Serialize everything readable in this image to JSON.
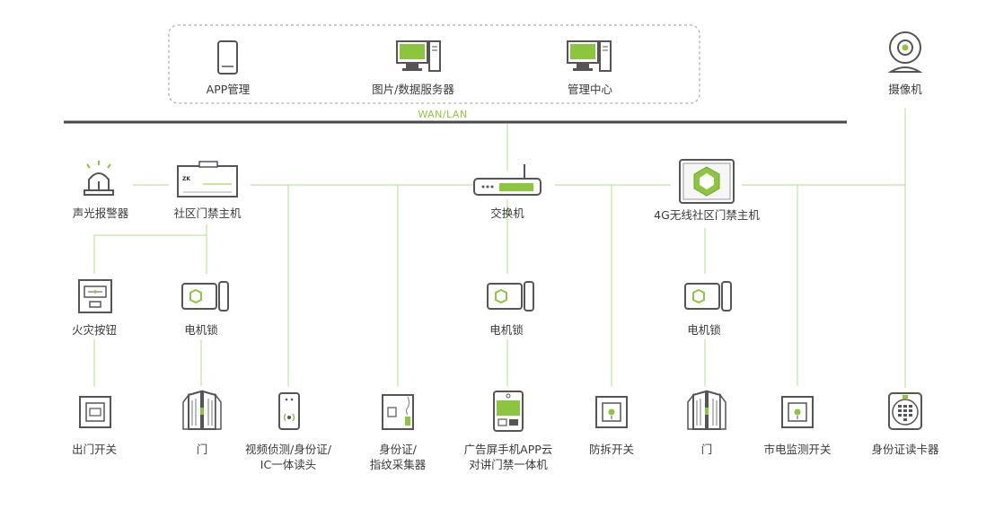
{
  "network": {
    "wan_label": "WAN/LAN"
  },
  "cloud": {
    "app": "APP管理",
    "server": "图片/数据服务器",
    "center": "管理中心"
  },
  "camera": "摄像机",
  "alarm": "声光报警器",
  "host": "社区门禁主机",
  "switch": "交换机",
  "host4g": "4G无线社区门禁主机",
  "fire_button": "火灾按钮",
  "lock1": "电机锁",
  "lock2": "电机锁",
  "lock3": "电机锁",
  "exit_switch": "出门开关",
  "door1": "门",
  "reader1": {
    "line1": "视频侦测/身份证/",
    "line2": "IC一体读头"
  },
  "idcard_finger": {
    "line1": "身份证/",
    "line2": "指纹采集器"
  },
  "ad_terminal": {
    "line1": "广告屏手机APP云",
    "line2": "对讲门禁一体机"
  },
  "tamper_switch": "防拆开关",
  "door2": "门",
  "power_switch": "市电监测开关",
  "id_reader": "身份证读卡器",
  "colors": {
    "accent": "#8cc63f",
    "line": "#4a4a4a",
    "icon": "#555555"
  }
}
